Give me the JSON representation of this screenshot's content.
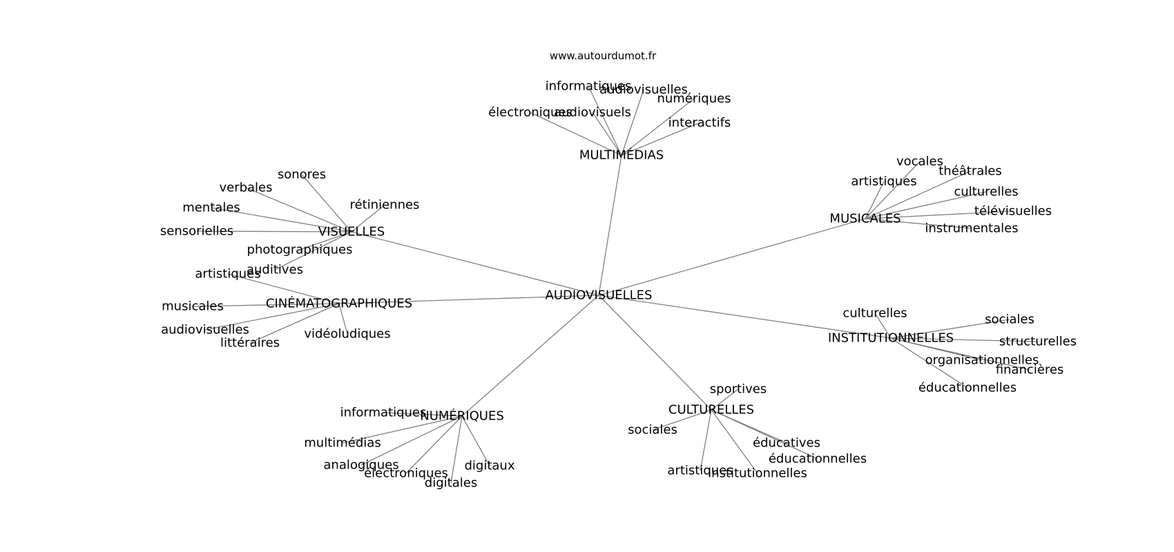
{
  "source": "www.autourdumot.fr",
  "graph": {
    "center": "AUDIOVISUELLES",
    "groups": [
      {
        "id": "multimedias",
        "label": "MULTIMÉDIAS",
        "leaves": [
          "informatiques",
          "audiovisuelles",
          "numériques",
          "électroniques",
          "audiovisuels",
          "interactifs"
        ]
      },
      {
        "id": "musicales",
        "label": "MUSICALES",
        "leaves": [
          "vocales",
          "théâtrales",
          "artistiques",
          "culturelles",
          "télévisuelles",
          "instrumentales"
        ]
      },
      {
        "id": "visuelles",
        "label": "VISUELLES",
        "leaves": [
          "sonores",
          "verbales",
          "rétiniennes",
          "mentales",
          "sensorielles",
          "photographiques",
          "auditives"
        ]
      },
      {
        "id": "cinematographiques",
        "label": "CINÉMATOGRAPHIQUES",
        "leaves": [
          "artistiques",
          "musicales",
          "audiovisuelles",
          "littéraires",
          "vidéoludiques"
        ]
      },
      {
        "id": "institutionnelles",
        "label": "INSTITUTIONNELLES",
        "leaves": [
          "culturelles",
          "sociales",
          "structurelles",
          "organisationnelles",
          "financières",
          "éducationnelles"
        ]
      },
      {
        "id": "culturelles",
        "label": "CULTURELLES",
        "leaves": [
          "sportives",
          "sociales",
          "éducatives",
          "éducationnelles",
          "artistiques",
          "institutionnelles"
        ]
      },
      {
        "id": "numeriques",
        "label": "NUMÉRIQUES",
        "leaves": [
          "informatiques",
          "multimédias",
          "analogiques",
          "électroniques",
          "digitales",
          "digitaux"
        ]
      }
    ]
  }
}
